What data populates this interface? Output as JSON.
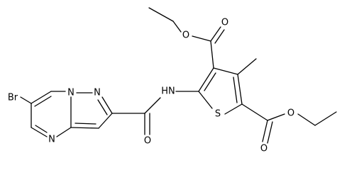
{
  "atoms": {
    "br": "Br",
    "n_pyrimidine": "N",
    "n_bridge": "N",
    "n_pyrazole": "N",
    "o_amide": "O",
    "nh": "HN",
    "s": "S",
    "o_ester_top_carbonyl": "O",
    "o_ester_top_ether": "O",
    "o_ester_bottom_carbonyl": "O",
    "o_ester_bottom_ether": "O"
  },
  "colors": {
    "bond": "#000000",
    "label": "#000000",
    "background": "#ffffff"
  }
}
